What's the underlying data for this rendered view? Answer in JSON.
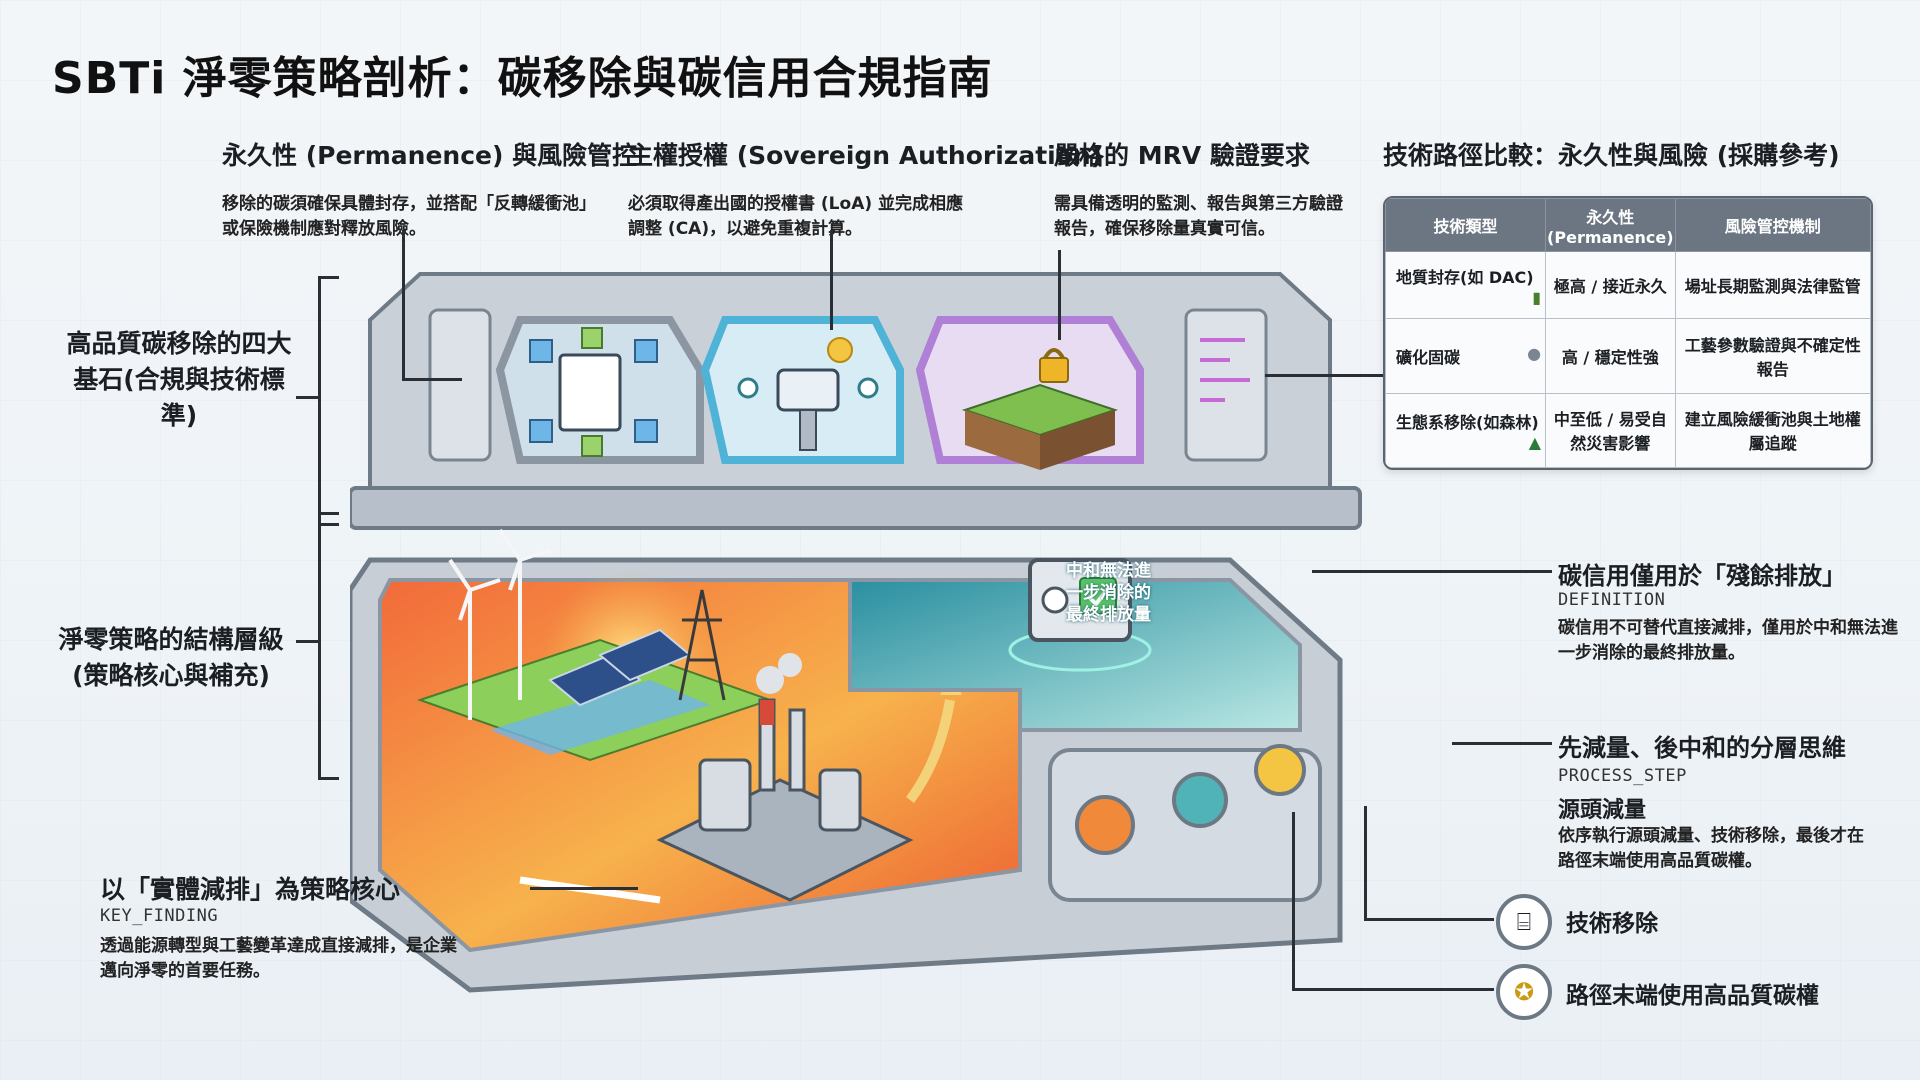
{
  "title": "SBTi 淨零策略剖析：碳移除與碳信用合規指南",
  "sections": [
    {
      "heading": "永久性 (Permanence) 與風險管控",
      "text": "移除的碳須確保具體封存，並搭配「反轉緩衝池」或保險機制應對釋放風險。"
    },
    {
      "heading": "主權授權 (Sovereign Authorization)",
      "text": "必須取得產出國的授權書 (LoA) 並完成相應調整 (CA)，以避免重複計算。"
    },
    {
      "heading": "嚴格的 MRV 驗證要求",
      "text": "需具備透明的監測、報告與第三方驗證報告，確保移除量真實可信。"
    }
  ],
  "left_labels": {
    "pillars": "高品質碳移除的四大基石(合規與技術標準)",
    "structure": "淨零策略的結構層級(策略核心與補充)"
  },
  "table": {
    "title": "技術路徑比較：永久性與風險 (採購參考)",
    "headers": [
      "技術類型",
      "永久性(Permanence)",
      "風險管控機制"
    ],
    "rows": [
      {
        "type": "地質封存(如 DAC)",
        "icon": "geological-storage-icon",
        "permanence": "極高 / 接近永久",
        "risk": "場址長期監測與法律監管"
      },
      {
        "type": "礦化固碳",
        "icon": "rock-co2-icon",
        "permanence": "高 / 穩定性強",
        "risk": "工藝參數驗證與不確定性報告"
      },
      {
        "type": "生態系移除(如森林)",
        "icon": "forest-icon",
        "permanence": "中至低 / 易受自然災害影響",
        "risk": "建立風險緩衝池與土地權屬追蹤"
      }
    ]
  },
  "safe_box_label": "中和無法進一步消除的最終排放量",
  "credit_callout": {
    "heading": "碳信用僅用於「殘餘排放」",
    "tag": "DEFINITION",
    "text": "碳信用不可替代直接減排，僅用於中和無法進一步消除的最終排放量。"
  },
  "process_callout": {
    "heading": "先減量、後中和的分層思維",
    "tag": "PROCESS_STEP",
    "step_title": "源頭減量",
    "text": "依序執行源頭減量、技術移除，最後才在路徑末端使用高品質碳權。"
  },
  "steps": [
    {
      "label": "技術移除",
      "icon": "capture-tube-icon"
    },
    {
      "label": "路徑末端使用高品質碳權",
      "icon": "certificate-seal-icon"
    }
  ],
  "finding": {
    "heading": "以「實體減排」為策略核心",
    "tag": "KEY_FINDING",
    "text": "透過能源轉型與工藝變革達成直接減排，是企業邁向淨零的首要任務。"
  },
  "colors": {
    "orange": "#f08a3a",
    "teal": "#4fb3b8",
    "purple": "#b07fd6",
    "shell": "#8c96a3"
  }
}
